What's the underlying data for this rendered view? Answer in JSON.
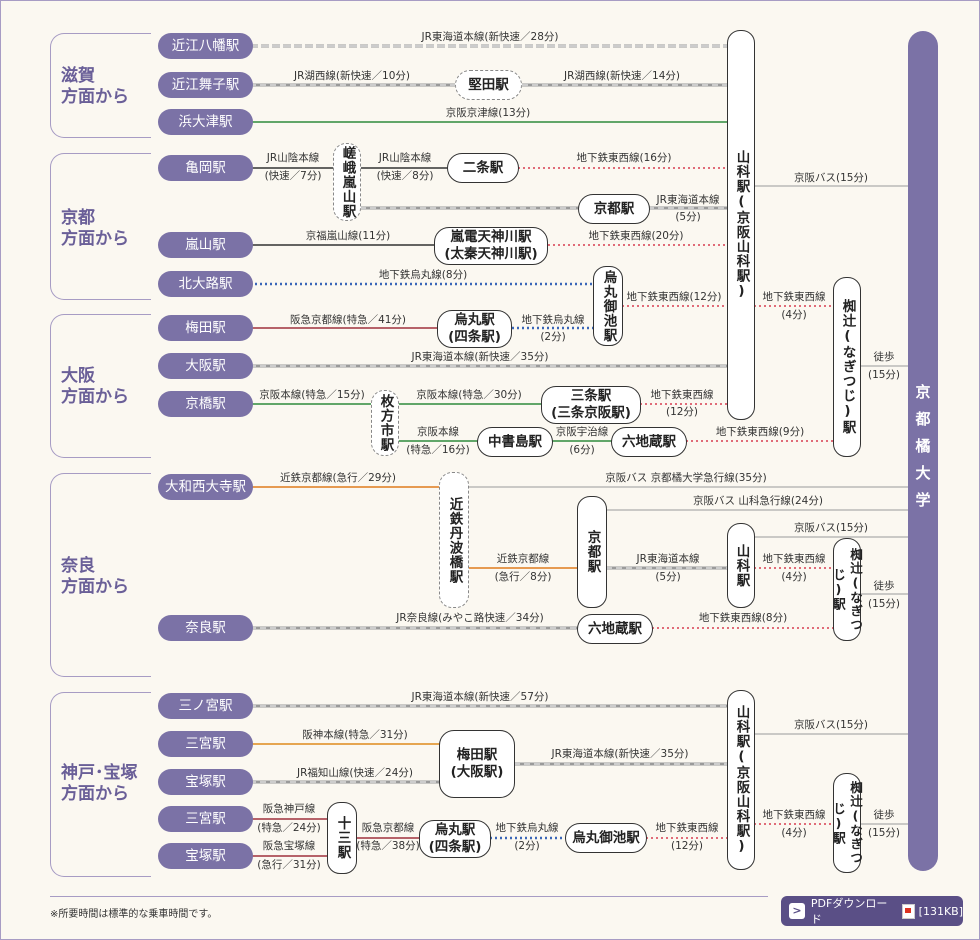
{
  "destination": "京都橘大学",
  "regions": {
    "shiga": "滋賀\n方面から",
    "kyoto": "京都\n方面から",
    "osaka": "大阪\n方面から",
    "nara": "奈良\n方面から",
    "kobe": "神戸･宝塚\n方面から"
  },
  "origins": {
    "omihachiman": "近江八幡駅",
    "omimaiko": "近江舞子駅",
    "hamaotsu": "浜大津駅",
    "kameoka": "亀岡駅",
    "arashiyama": "嵐山駅",
    "kitaoji": "北大路駅",
    "umeda": "梅田駅",
    "osaka": "大阪駅",
    "kyobashi": "京橋駅",
    "yamatosaidaiji": "大和西大寺駅",
    "nara": "奈良駅",
    "sannomiya1": "三ノ宮駅",
    "sannomiya2": "三宮駅",
    "takarazuka1": "宝塚駅",
    "sannomiya3": "三宮駅",
    "takarazuka2": "宝塚駅"
  },
  "stations": {
    "katata": "堅田駅",
    "sagaarashiyama": "嵯峨嵐山駅",
    "nijo": "二条駅",
    "kyoto1": "京都駅",
    "randen": "嵐電天神川駅\n(太秦天神川駅)",
    "karasumaoike1": "烏丸御池駅",
    "yamashina1": "山科駅(京阪山科駅)",
    "karasuma1": "烏丸駅\n(四条駅)",
    "hirakatashi": "枚方市駅",
    "sanjo": "三条駅\n(三条京阪駅)",
    "nakashojima": "中書島駅",
    "rokujizo1": "六地蔵駅",
    "nagitsuji1": "椥辻(なぎつじ)駅",
    "kintetsutambabashi": "近鉄丹波橋駅",
    "kyoto2": "京都駅",
    "yamashina2": "山科駅",
    "nagitsuji2": "椥辻(なぎつじ)駅",
    "rokujizo2": "六地蔵駅",
    "umeda2": "梅田駅\n(大阪駅)",
    "yamashina3": "山科駅(京阪山科駅)",
    "juso": "十三駅",
    "karasuma2": "烏丸駅\n(四条駅)",
    "karasumaoike2": "烏丸御池駅",
    "nagitsuji3": "椥辻(なぎつじ)駅"
  },
  "labels": {
    "l_jrtokaido_shiga": "JR東海道本線(新快速／28分)",
    "l_kosei1": "JR湖西線(新快速／10分)",
    "l_kosei2": "JR湖西線(新快速／14分)",
    "l_keihanotsu": "京阪京津線(13分)",
    "l_sanin1a": "JR山陰本線",
    "l_sanin1b": "(快速／7分)",
    "l_sanin2a": "JR山陰本線",
    "l_sanin2b": "(快速／8分)",
    "l_tozai16": "地下鉄東西線(16分)",
    "l_keihanbus1": "京阪バス(15分)",
    "l_jrtokaido5a": "JR東海道本線",
    "l_jrtokaido5b": "(5分)",
    "l_keifuku": "京福嵐山線(11分)",
    "l_tozai20": "地下鉄東西線(20分)",
    "l_karasumaline8": "地下鉄烏丸線(8分)",
    "l_tozai12a": "地下鉄東西線(12分)",
    "l_tozai4a": "地下鉄東西線",
    "l_tozai4b": "(4分)",
    "l_hankyu41": "阪急京都線(特急／41分)",
    "l_karasuma2a": "地下鉄烏丸線",
    "l_karasuma2b": "(2分)",
    "l_walk1a": "徒歩",
    "l_walk1b": "(15分)",
    "l_jrtokaido35": "JR東海道本線(新快速／35分)",
    "l_keihan15": "京阪本線(特急／15分)",
    "l_keihan30": "京阪本線(特急／30分)",
    "l_tozai12b_a": "地下鉄東西線",
    "l_tozai12b_b": "(12分)",
    "l_keihan16a": "京阪本線",
    "l_keihan16b": "(特急／16分)",
    "l_uji_a": "京阪宇治線",
    "l_uji_b": "(6分)",
    "l_tozai9": "地下鉄東西線(9分)",
    "l_kintetsu29": "近鉄京都線(急行／29分)",
    "l_bus_tachibana": "京阪バス 京都橘大学急行線(35分)",
    "l_bus_yamashina": "京阪バス 山科急行線(24分)",
    "l_keihanbus2": "京阪バス(15分)",
    "l_kintetsu8a": "近鉄京都線",
    "l_kintetsu8b": "(急行／8分)",
    "l_jrtokaido5c": "JR東海道本線",
    "l_jrtokaido5d": "(5分)",
    "l_tozai4c": "地下鉄東西線",
    "l_tozai4d": "(4分)",
    "l_walk2a": "徒歩",
    "l_walk2b": "(15分)",
    "l_jrnara": "JR奈良線(みやこ路快速／34分)",
    "l_tozai8": "地下鉄東西線(8分)",
    "l_jrtokaido57": "JR東海道本線(新快速／57分)",
    "l_keihanbus3": "京阪バス(15分)",
    "l_hanshin": "阪神本線(特急／31分)",
    "l_jrtokaido35b": "JR東海道本線(新快速／35分)",
    "l_fukuchiyama": "JR福知山線(快速／24分)",
    "l_hankyukobe_a": "阪急神戸線",
    "l_hankyukobe_b": "(特急／24分)",
    "l_hankyutakara_a": "阪急宝塚線",
    "l_hankyutakara_b": "(急行／31分)",
    "l_hankyukyoto_a": "阪急京都線",
    "l_hankyukyoto_b": "(特急／38分)",
    "l_karasuma3a": "地下鉄烏丸線",
    "l_karasuma3b": "(2分)",
    "l_tozai12c_a": "地下鉄東西線",
    "l_tozai12c_b": "(12分)",
    "l_tozai4e": "地下鉄東西線",
    "l_tozai4f": "(4分)",
    "l_walk3a": "徒歩",
    "l_walk3b": "(15分)"
  },
  "colors": {
    "accent": "#7b72a6",
    "jr": "#9a9a9a",
    "keihan": "#2e8b3c",
    "subway_tozai": "#e06b78",
    "subway_karasuma": "#3a66b8",
    "hankyu": "#a0303c",
    "kintetsu": "#e07b1c",
    "keifuku": "#333333",
    "hanshin": "#e08a1c",
    "bus": "#9a9a9a"
  },
  "note": "※所要時間は標準的な乗車時間です。",
  "pdf": {
    "label": "PDFダウンロード",
    "size": "[131KB]"
  }
}
